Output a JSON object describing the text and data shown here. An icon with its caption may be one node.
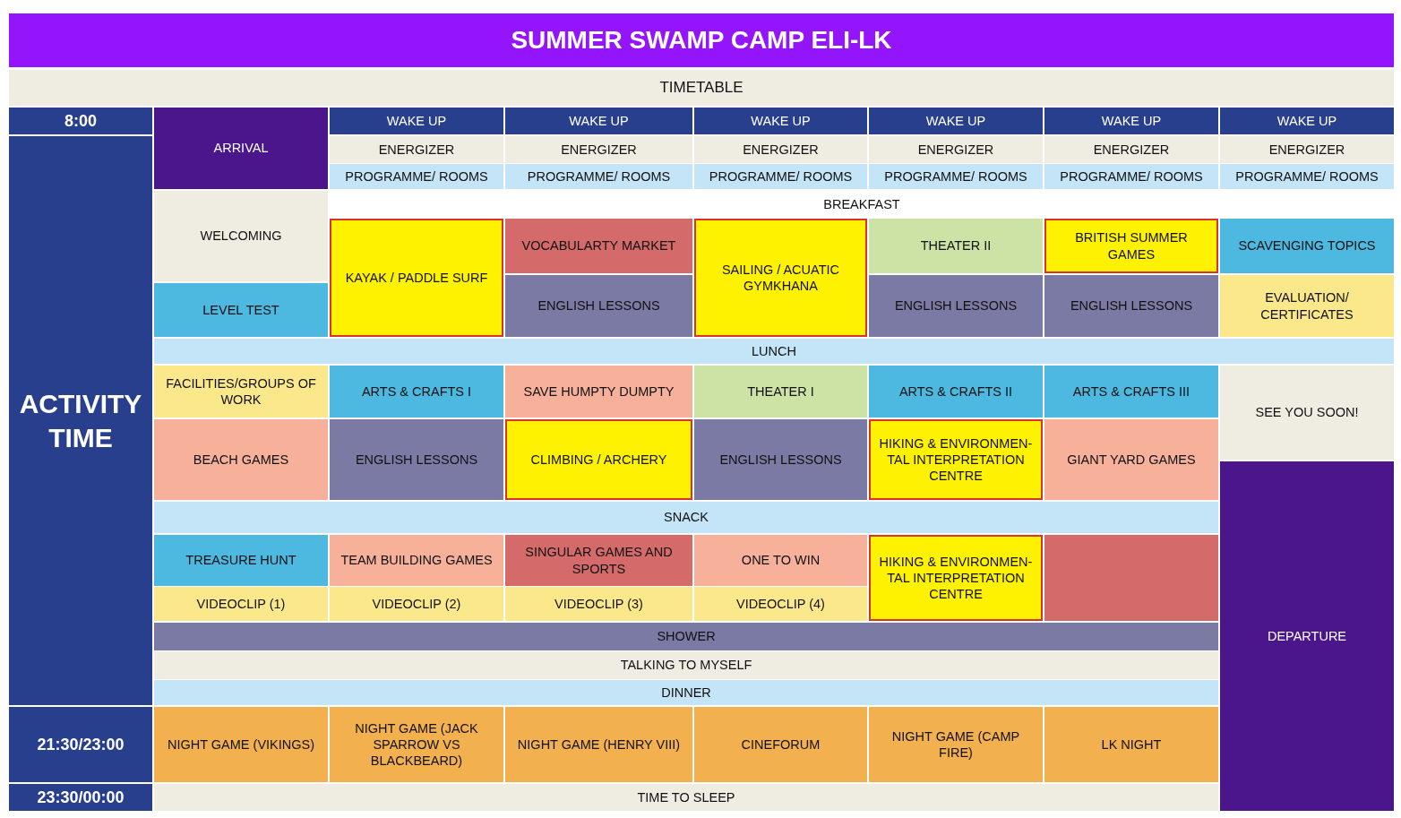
{
  "diagram": {
    "title": "SUMMER SWAMP CAMP ELI-LK",
    "nodes": [
      {
        "text": [
          "TIMETABLE"
        ]
      },
      {
        "text": [
          "8:00"
        ]
      },
      {
        "text": [
          "ARRIVAL"
        ]
      },
      {
        "text": [
          "WAKE UP"
        ]
      },
      {
        "text": [
          "WAKE UP"
        ]
      },
      {
        "text": [
          "WAKE UP"
        ]
      },
      {
        "text": [
          "WAKE UP"
        ]
      },
      {
        "text": [
          "WAKE UP"
        ]
      },
      {
        "text": [
          "WAKE UP"
        ]
      },
      {
        "text": [
          "ENERGIZER"
        ]
      },
      {
        "text": [
          "ENERGIZER"
        ]
      },
      {
        "text": [
          "ENERGIZER"
        ]
      },
      {
        "text": [
          "ENERGIZER"
        ]
      },
      {
        "text": [
          "ENERGIZER"
        ]
      },
      {
        "text": [
          "ENERGIZER"
        ]
      },
      {
        "text": [
          "PROGRAMME/ ROOMS"
        ]
      },
      {
        "text": [
          "PROGRAMME/ ROOMS"
        ]
      },
      {
        "text": [
          "PROGRAMME/ ROOMS"
        ]
      },
      {
        "text": [
          "PROGRAMME/ ROOMS"
        ]
      },
      {
        "text": [
          "PROGRAMME/ ROOMS"
        ]
      },
      {
        "text": [
          "PROGRAMME/ ROOMS"
        ]
      },
      {
        "text": [
          "ACTIVITY TIME"
        ]
      },
      {
        "text": [
          "WELCOMING"
        ]
      },
      {
        "text": [
          "BREAKFAST"
        ]
      },
      {
        "text": [
          "KAYAK / PADDLE SURF"
        ]
      },
      {
        "text": [
          "VOCABULARTY MARKET"
        ]
      },
      {
        "text": [
          "SAILING / ACUATIC GYMKHANA"
        ]
      },
      {
        "text": [
          "THEATER II"
        ]
      },
      {
        "text": [
          "BRITISH SUMMER GAMES"
        ]
      },
      {
        "text": [
          "SCAVENGING TOPICS"
        ]
      },
      {
        "text": [
          "LEVEL TEST"
        ]
      },
      {
        "text": [
          "ENGLISH LESSONS"
        ]
      },
      {
        "text": [
          "ENGLISH LESSONS"
        ]
      },
      {
        "text": [
          "ENGLISH LESSONS"
        ]
      },
      {
        "text": [
          "EVALUATION/ CERTIFICATES"
        ]
      },
      {
        "text": [
          "LUNCH"
        ]
      },
      {
        "text": [
          "FACILITIES/GROUPS OF WORK"
        ]
      },
      {
        "text": [
          "ARTS & CRAFTS I"
        ]
      },
      {
        "text": [
          "SAVE HUMPTY DUMPTY"
        ]
      },
      {
        "text": [
          "THEATER I"
        ]
      },
      {
        "text": [
          "ARTS & CRAFTS II"
        ]
      },
      {
        "text": [
          "ARTS & CRAFTS III"
        ]
      },
      {
        "text": [
          "SEE YOU SOON!"
        ]
      },
      {
        "text": [
          "BEACH GAMES"
        ]
      },
      {
        "text": [
          "ENGLISH LESSONS"
        ]
      },
      {
        "text": [
          "CLIMBING / ARCHERY"
        ]
      },
      {
        "text": [
          "ENGLISH LESSONS"
        ]
      },
      {
        "text": [
          "HIKING & ENVIRONMEN- TAL INTERPRETATION CENTRE"
        ]
      },
      {
        "text": [
          "GIANT YARD GAMES"
        ]
      },
      {
        "text": [
          "DEPARTURE"
        ]
      },
      {
        "text": [
          "SNACK"
        ]
      },
      {
        "text": [
          "TREASURE HUNT"
        ]
      },
      {
        "text": [
          "TEAM BUILDING GAMES"
        ]
      },
      {
        "text": [
          "SINGULAR GAMES AND SPORTS"
        ]
      },
      {
        "text": [
          "ONE TO WIN"
        ]
      },
      {
        "text": [
          "HIKING & ENVIRONMEN- TAL INTERPRETATION CENTRE"
        ]
      },
      {
        "text": [],
        "shape": "box"
      },
      {
        "text": [
          "VIDEOCLIP (1)"
        ]
      },
      {
        "text": [
          "VIDEOCLIP (2)"
        ]
      },
      {
        "text": [
          "VIDEOCLIP (3)"
        ]
      },
      {
        "text": [
          "VIDEOCLIP (4)"
        ]
      },
      {
        "text": [
          "SHOWER"
        ]
      },
      {
        "text": [
          "TALKING TO MYSELF"
        ]
      },
      {
        "text": [
          "DINNER"
        ]
      },
      {
        "text": [
          "21:30/23:00"
        ]
      },
      {
        "text": [
          "NIGHT GAME (VIKINGS)"
        ]
      },
      {
        "text": [
          "NIGHT GAME (JACK SPARROW VS BLACKBEARD)"
        ]
      },
      {
        "text": [
          "NIGHT GAME (HENRY VIII)"
        ]
      },
      {
        "text": [
          "CINEFORUM"
        ]
      },
      {
        "text": [
          "NIGHT GAME (CAMP FIRE)"
        ]
      },
      {
        "text": [
          "LK NIGHT"
        ]
      },
      {
        "text": [
          "23:30/00:00"
        ]
      },
      {
        "text": [
          "TIME TO SLEEP"
        ]
      }
    ]
  }
}
